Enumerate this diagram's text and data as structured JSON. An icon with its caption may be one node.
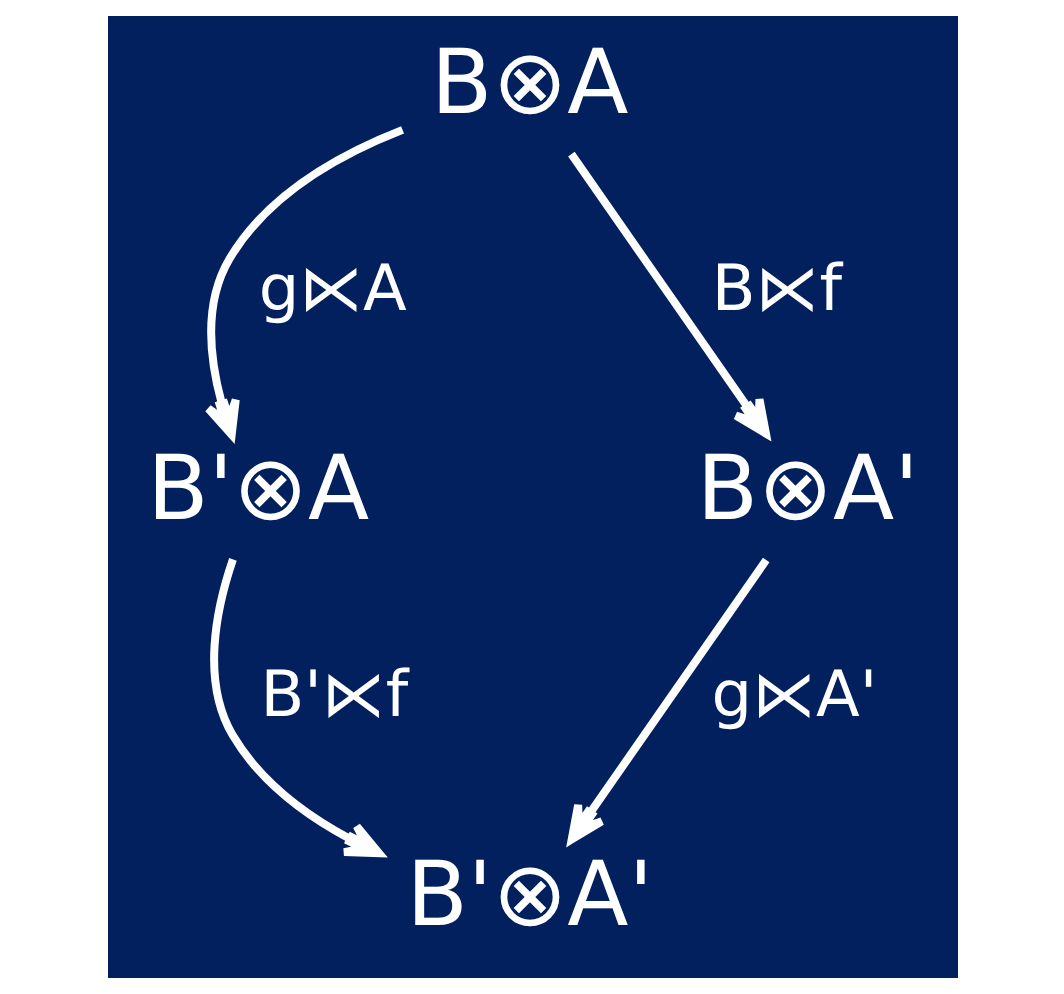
{
  "diagram": {
    "nodes": [
      {
        "text": [
          "B⊗A"
        ]
      },
      {
        "text": [
          "B'⊗A"
        ]
      },
      {
        "text": [
          "B⊗A'"
        ]
      },
      {
        "text": [
          "B'⊗A'"
        ]
      }
    ],
    "edges": [
      {
        "from": 0,
        "to": 1,
        "arrow": "to",
        "label": "g⋉A"
      },
      {
        "from": 0,
        "to": 2,
        "arrow": "to",
        "label": "B⋉f"
      },
      {
        "from": 1,
        "to": 3,
        "arrow": "to",
        "label": "B'⋉f"
      },
      {
        "from": 2,
        "to": 3,
        "arrow": "to",
        "label": "g⋉A'"
      }
    ]
  }
}
